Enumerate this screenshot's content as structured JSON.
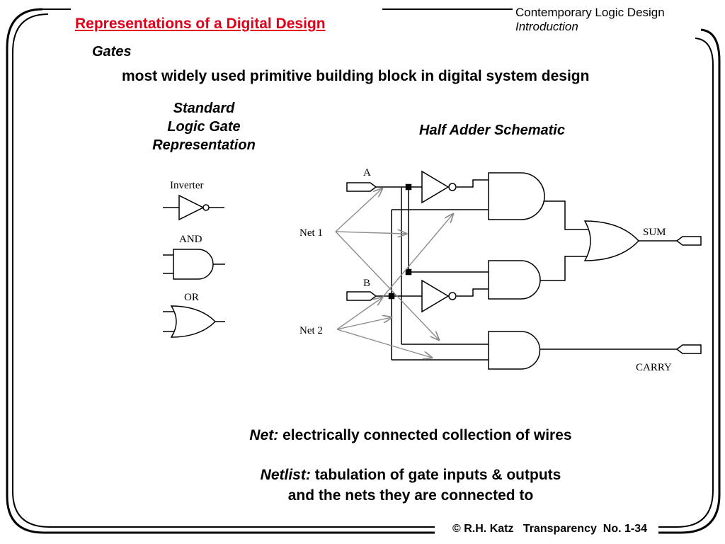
{
  "slide": {
    "title": "Representations of a Digital Design",
    "course_title": "Contemporary Logic Design",
    "course_subtitle": "Introduction",
    "section": "Gates",
    "description": "most widely used primitive building block in digital system design",
    "standard_heading": [
      "Standard",
      "Logic Gate",
      "Representation"
    ],
    "schematic_heading": "Half Adder Schematic",
    "net_term": "Net:",
    "net_definition": " electrically connected collection of wires",
    "netlist_term": "Netlist:",
    "netlist_definition_line1": " tabulation of gate inputs & outputs",
    "netlist_definition_line2": "and the nets they are connected to",
    "footer": "© R.H. Katz   Transparency  No. 1-34"
  },
  "gates_legend": {
    "inverter": "Inverter",
    "and": "AND",
    "or": "OR"
  },
  "schematic_labels": {
    "input_a": "A",
    "input_b": "B",
    "net1": "Net 1",
    "net2": "Net 2",
    "sum": "SUM",
    "carry": "CARRY"
  },
  "colors": {
    "title": "#e0001a",
    "net_arrows": "#8c8c8c"
  }
}
